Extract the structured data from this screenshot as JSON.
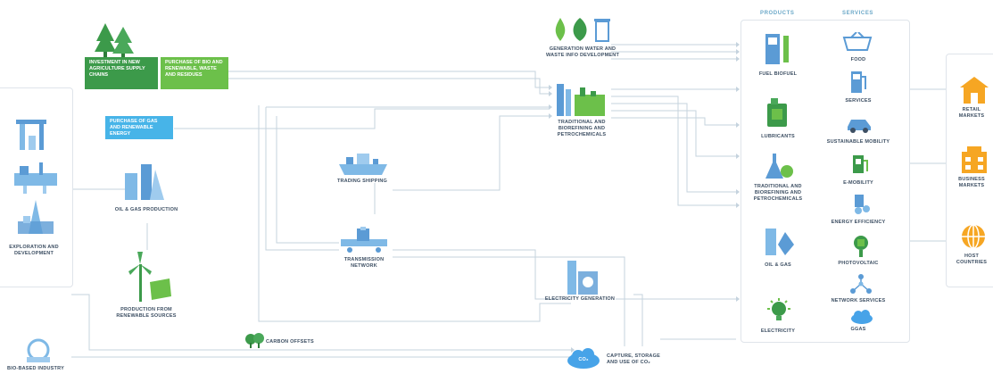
{
  "headers": {
    "products": "PRODUCTS",
    "services": "SERVICES"
  },
  "green_boxes": {
    "box1": "INVESTMENT IN NEW AGRICULTURE SUPPLY CHAINS",
    "box2": "PURCHASE OF BIO AND RENEWABLE, WASTE AND RESIDUES",
    "box3": "PURCHASE OF GAS AND RENEWABLE ENERGY"
  },
  "left": {
    "exploration": "EXPLORATION AND DEVELOPMENT",
    "oil_gas_production": "OIL & GAS PRODUCTION",
    "renewable_production": "PRODUCTION FROM RENEWABLE SOURCES",
    "bio_industry": "BIO-BASED INDUSTRY"
  },
  "middle": {
    "trading_shipping": "TRADING SHIPPING",
    "transmission_network": "TRANSMISSION NETWORK",
    "carbon_offsets": "CARBON OFFSETS"
  },
  "center": {
    "generation_waste": "GENERATION WATER AND WASTE INFO DEVELOPMENT",
    "refining_chemicals": "TRADITIONAL AND BIOREFINING AND PETROCHEMICALS",
    "electricity_generation": "ELECTRICITY GENERATION",
    "ccus": "CAPTURE, STORAGE AND USE OF CO₂",
    "co2_label": "CO₂"
  },
  "products": [
    {
      "label": "FUEL BIOFUEL",
      "icon": "fuel-pump-icon"
    },
    {
      "label": "LUBRICANTS",
      "icon": "lubricant-can-icon"
    },
    {
      "label": "TRADITIONAL AND BIOREFINING AND PETROCHEMICALS",
      "icon": "chemicals-flask-icon"
    },
    {
      "label": "OIL & GAS",
      "icon": "oil-gas-icon"
    },
    {
      "label": "ELECTRICITY",
      "icon": "electricity-bulb-icon"
    }
  ],
  "services": [
    {
      "label": "FOOD",
      "icon": "shopping-basket-icon"
    },
    {
      "label": "SERVICES",
      "icon": "fuel-service-icon"
    },
    {
      "label": "SUSTAINABLE MOBILITY",
      "icon": "car-mobility-icon"
    },
    {
      "label": "E-MOBILITY",
      "icon": "ev-plug-icon"
    },
    {
      "label": "ENERGY EFFICIENCY",
      "icon": "energy-efficiency-icon"
    },
    {
      "label": "PHOTOVOLTAIC",
      "icon": "photovoltaic-icon"
    },
    {
      "label": "NETWORK SERVICES",
      "icon": "network-icon"
    },
    {
      "label": "GGAS",
      "icon": "cloud-gas-icon"
    }
  ],
  "markets": [
    {
      "label": "RETAIL MARKETS",
      "icon": "retail-house-icon"
    },
    {
      "label": "BUSINESS MARKETS",
      "icon": "business-building-icon"
    },
    {
      "label": "HOST COUNTRIES",
      "icon": "globe-icon"
    }
  ],
  "colors": {
    "blue": "#5b9bd5",
    "lightblue": "#7fb9e6",
    "green": "#3c9a4a",
    "lightgreen": "#6cc04a",
    "orange": "#f6a623",
    "line": "#c5d3de",
    "text": "#3d4f63"
  }
}
